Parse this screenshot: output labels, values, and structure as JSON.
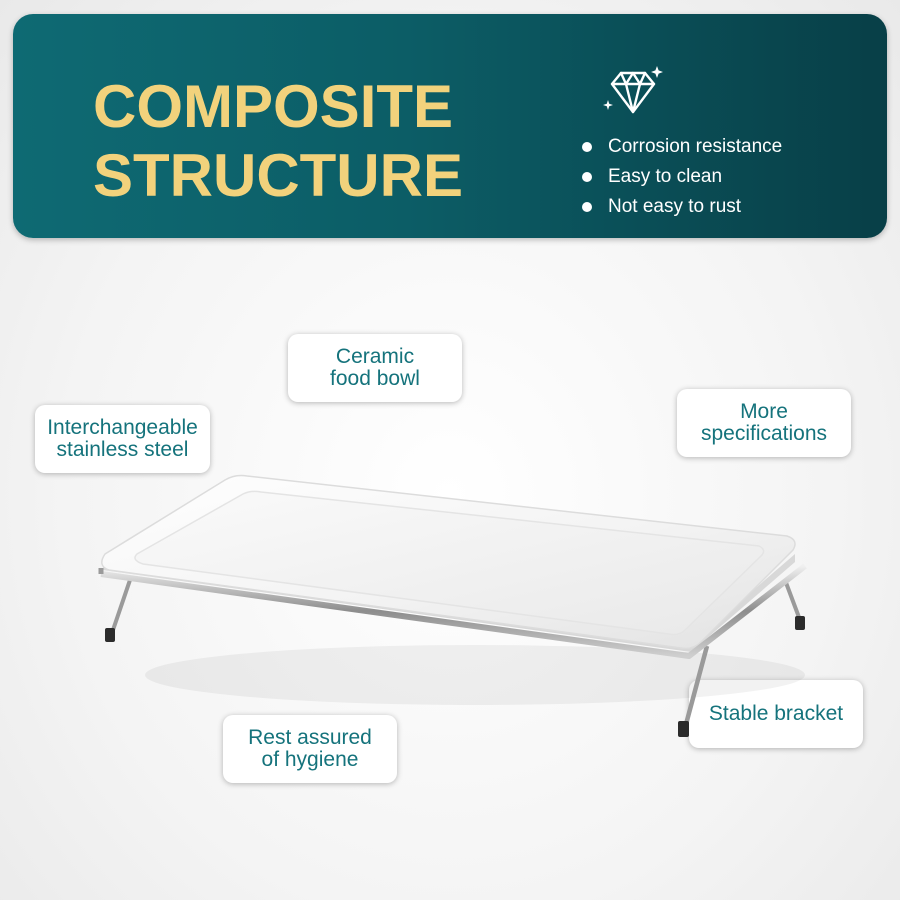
{
  "headline": {
    "line1": "COMPOSITE",
    "line2": "STRUCTURE"
  },
  "features": [
    "Corrosion resistance",
    "Easy to clean",
    "Not easy to rust"
  ],
  "callouts": {
    "ceramic": [
      "Ceramic",
      "food bowl"
    ],
    "stainless": [
      "Interchangeable",
      "stainless steel"
    ],
    "more": [
      "More",
      "specifications"
    ],
    "hygiene": [
      "Rest assured",
      "of hygiene"
    ],
    "bracket": [
      "Stable bracket"
    ]
  },
  "colors": {
    "banner": "#0c5d66",
    "headline": "#f2d27c",
    "callout_text": "#15737c"
  },
  "icons": {
    "banner_icon": "diamond-icon"
  }
}
